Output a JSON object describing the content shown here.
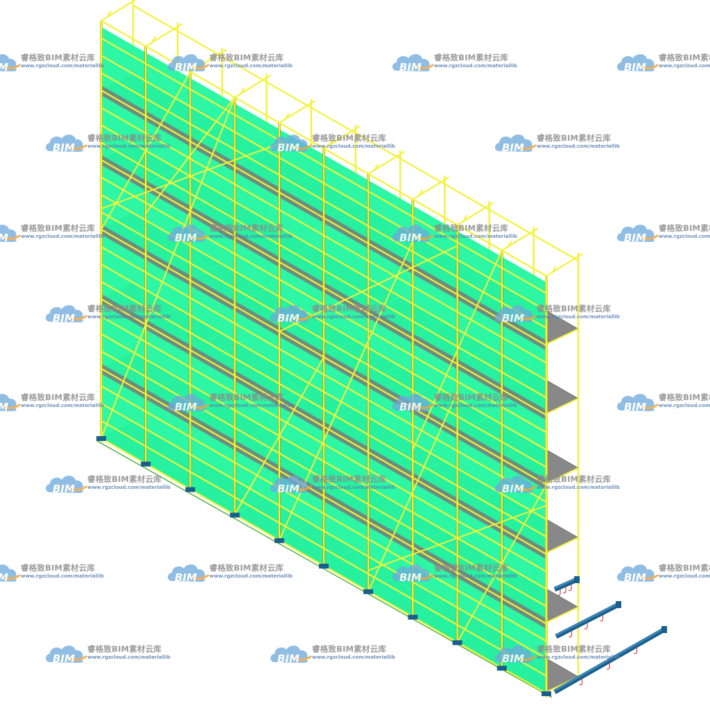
{
  "scene": {
    "colors": {
      "background": "#ffffff",
      "safety_net": "#22f5a0",
      "deck": "#888888",
      "tube": "#f2f23a",
      "tube_edge": "#8c8c1e",
      "base_beam": "#3a86b8",
      "base_clamp": "#1a5f8c",
      "ground_line": "#4caa3a",
      "tie_hook": "#d04040"
    },
    "icons": {
      "watermark_logo": "cloud-bim-logo-icon"
    }
  },
  "watermark": {
    "logo_text": "BIM",
    "brand": "睿格致BIM素材云库",
    "url": "www.rgzcloud.com/materiallib"
  }
}
